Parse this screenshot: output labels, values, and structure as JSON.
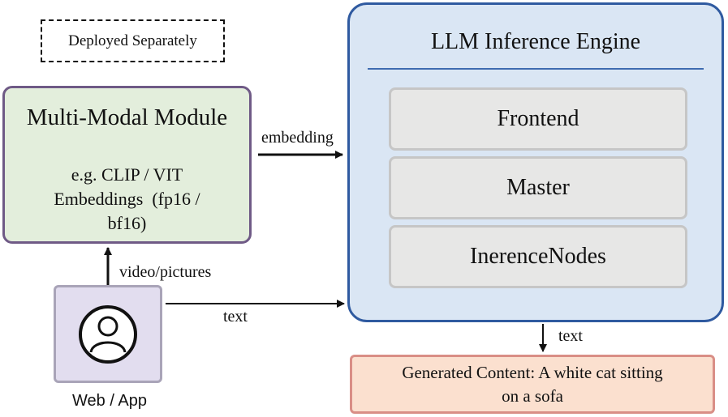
{
  "legend": {
    "label": "Deployed Separately"
  },
  "multimodal": {
    "title": "Multi-Modal Module",
    "desc_line1": "e.g. CLIP / VIT",
    "desc_line2": "Embeddings (fp16 /",
    "desc_line3": "bf16)"
  },
  "engine": {
    "title": "LLM Inference Engine",
    "modules": [
      "Frontend",
      "Master",
      "InerenceNodes"
    ]
  },
  "edges": {
    "embedding": "embedding",
    "video": "video/pictures",
    "text_input": "text",
    "text_output": "text"
  },
  "user": {
    "icon": "user-icon",
    "label": "Web / App"
  },
  "output": {
    "line1": "Generated Content: A white cat sitting",
    "line2": "on a sofa"
  },
  "colors": {
    "multimodal_fill": "#e3eedc",
    "multimodal_border": "#6f5a86",
    "engine_fill": "#dae6f4",
    "engine_border": "#2f5aa0",
    "module_fill": "#e7e7e6",
    "user_fill": "#e2ddef",
    "output_fill": "#fbe0cf",
    "output_border": "#d98e86"
  }
}
